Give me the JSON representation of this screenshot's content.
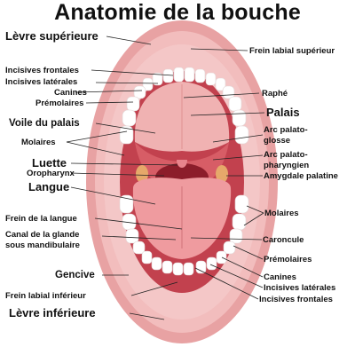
{
  "title": "Anatomie de la bouche",
  "colors": {
    "lip_outer": "#e8a2a3",
    "lip_inner": "#f2bdbd",
    "oral_cavity": "#c2414e",
    "palate": "#f0b2b2",
    "tongue": "#ef9b9f",
    "teeth": "#ffffff",
    "pharynx": "#8c1d2a",
    "tonsil": "#e6a86a",
    "leader_line": "#222222"
  },
  "labels_left": [
    "Lèvre supérieure",
    "Incisives frontales",
    "Incisives latérales",
    "Canines",
    "Prémolaires",
    "Voile du palais",
    "Molaires",
    "Luette",
    "Oropharynx",
    "Langue",
    "Frein de la langue",
    "Canal de la glande",
    "sous mandibulaire",
    "Gencive",
    "Frein labial inférieur",
    "Lèvre inférieure"
  ],
  "labels_right": [
    "Frein labial supérieur",
    "Raphé",
    "Palais",
    "Arc palato-",
    "glosse",
    "Arc palato-",
    "pharyngien",
    "Amygdale palatine",
    "Molaires",
    "Caroncule",
    "Prémolaires",
    "Canines",
    "Incisives latérales",
    "Incisives frontales"
  ]
}
